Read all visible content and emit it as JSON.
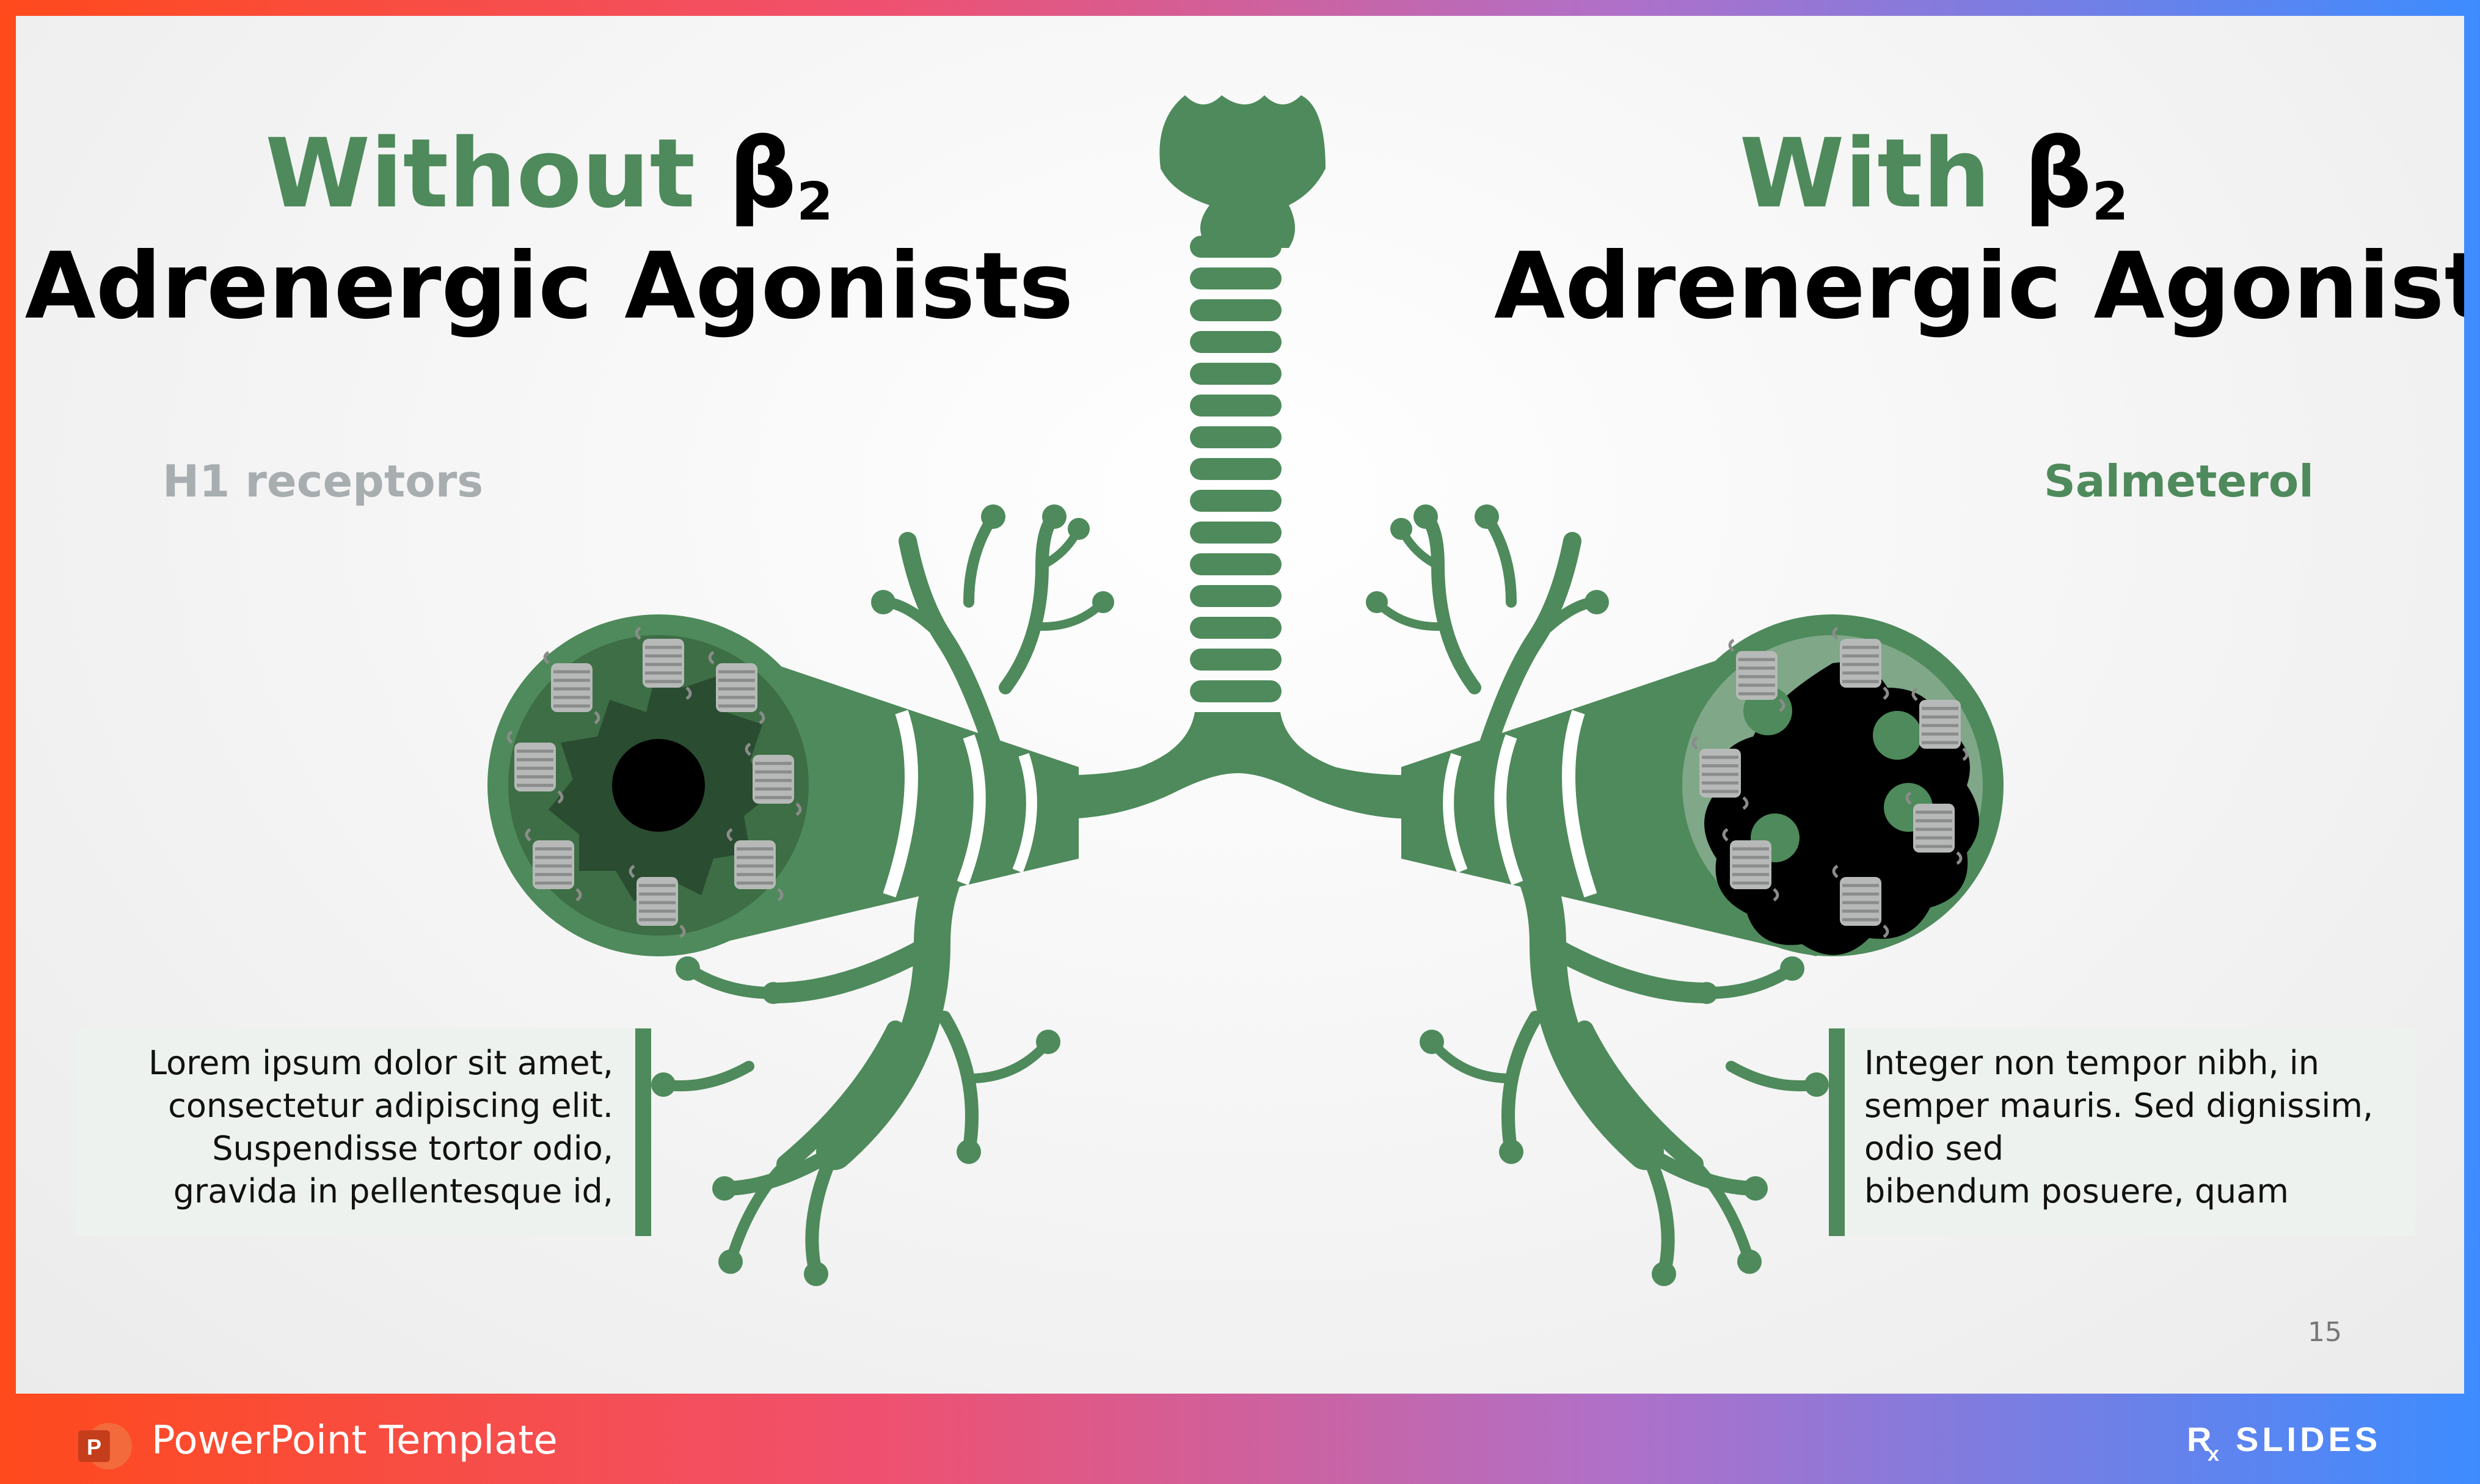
{
  "left": {
    "title_word": "Without",
    "title_symbol": "β",
    "title_sub": "2",
    "title_line2": "Adrenergic Agonists",
    "label": "H1 receptors",
    "text": "Lorem ipsum dolor sit amet, consectetur adipiscing elit. Suspendisse tortor odio, gravida in pellentesque id,"
  },
  "right": {
    "title_word": "With",
    "title_symbol": "β",
    "title_sub": "2",
    "title_line2": "Adrenergic Agonists",
    "label": "Salmeterol",
    "text_lines": [
      "Integer non tempor nibh, in",
      "semper mauris. Sed dignissim,",
      "odio sed",
      "bibendum posuere, quam"
    ]
  },
  "page_number": "15",
  "footer": {
    "label": "PowerPoint Template",
    "app_icon": "powerpoint-icon",
    "brand": "RX SLIDES"
  },
  "colors": {
    "accent_green": "#4e8a5b",
    "dark_green": "#2f5a37",
    "label_gray": "#a8adb0",
    "receptor_gray": "#b7b9b8"
  }
}
